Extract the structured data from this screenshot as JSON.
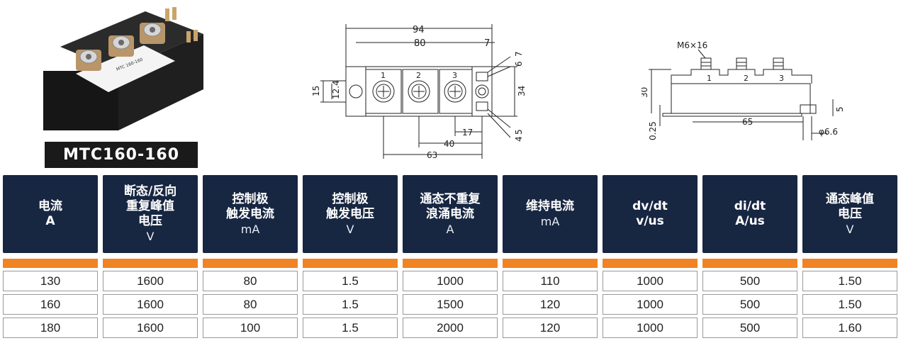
{
  "product": {
    "model": "MTC160-160",
    "photo_text": {
      "brand": "MTC 160-160"
    }
  },
  "dimensions": {
    "top_view": {
      "overall_width": "94",
      "mount_spacing": "80",
      "edge_offset": "7",
      "right_small_a": "7",
      "right_small_b": "6",
      "left_height_outer": "15",
      "left_height_inner": "12.4",
      "body_height": "34",
      "right_bottom_a": "5",
      "right_bottom_b": "4",
      "terminal_spacing_small": "17",
      "terminal_spacing": "40",
      "terminal_span": "63",
      "terminals": [
        "1",
        "2",
        "3"
      ]
    },
    "side_view": {
      "screw": "M6×16",
      "height": "30",
      "base_thickness": "0.25",
      "terminal_span": "65",
      "hole_diameter": "φ6.6",
      "step_height": "5",
      "terminals": [
        "1",
        "2",
        "3"
      ]
    }
  },
  "table": {
    "headers": [
      {
        "lines": [
          "电流",
          "A"
        ],
        "unit": ""
      },
      {
        "lines": [
          "断态/反向",
          "重复峰值",
          "电压"
        ],
        "unit": "V"
      },
      {
        "lines": [
          "控制极",
          "触发电流"
        ],
        "unit": "mA"
      },
      {
        "lines": [
          "控制极",
          "触发电压"
        ],
        "unit": "V"
      },
      {
        "lines": [
          "通态不重复",
          "浪涌电流"
        ],
        "unit": "A"
      },
      {
        "lines": [
          "维持电流"
        ],
        "unit": "mA"
      },
      {
        "lines": [
          "dv/dt",
          "v/us"
        ],
        "unit": ""
      },
      {
        "lines": [
          "di/dt",
          "A/us"
        ],
        "unit": ""
      },
      {
        "lines": [
          "通态峰值",
          "电压"
        ],
        "unit": "V"
      }
    ],
    "rows": [
      [
        "130",
        "1600",
        "80",
        "1.5",
        "1000",
        "110",
        "1000",
        "500",
        "1.50"
      ],
      [
        "160",
        "1600",
        "80",
        "1.5",
        "1500",
        "120",
        "1000",
        "500",
        "1.50"
      ],
      [
        "180",
        "1600",
        "100",
        "1.5",
        "2000",
        "120",
        "1000",
        "500",
        "1.60"
      ]
    ]
  },
  "colors": {
    "header_bg": "#172641",
    "accent_orange": "#f08424",
    "label_bg": "#1a1a1a"
  }
}
